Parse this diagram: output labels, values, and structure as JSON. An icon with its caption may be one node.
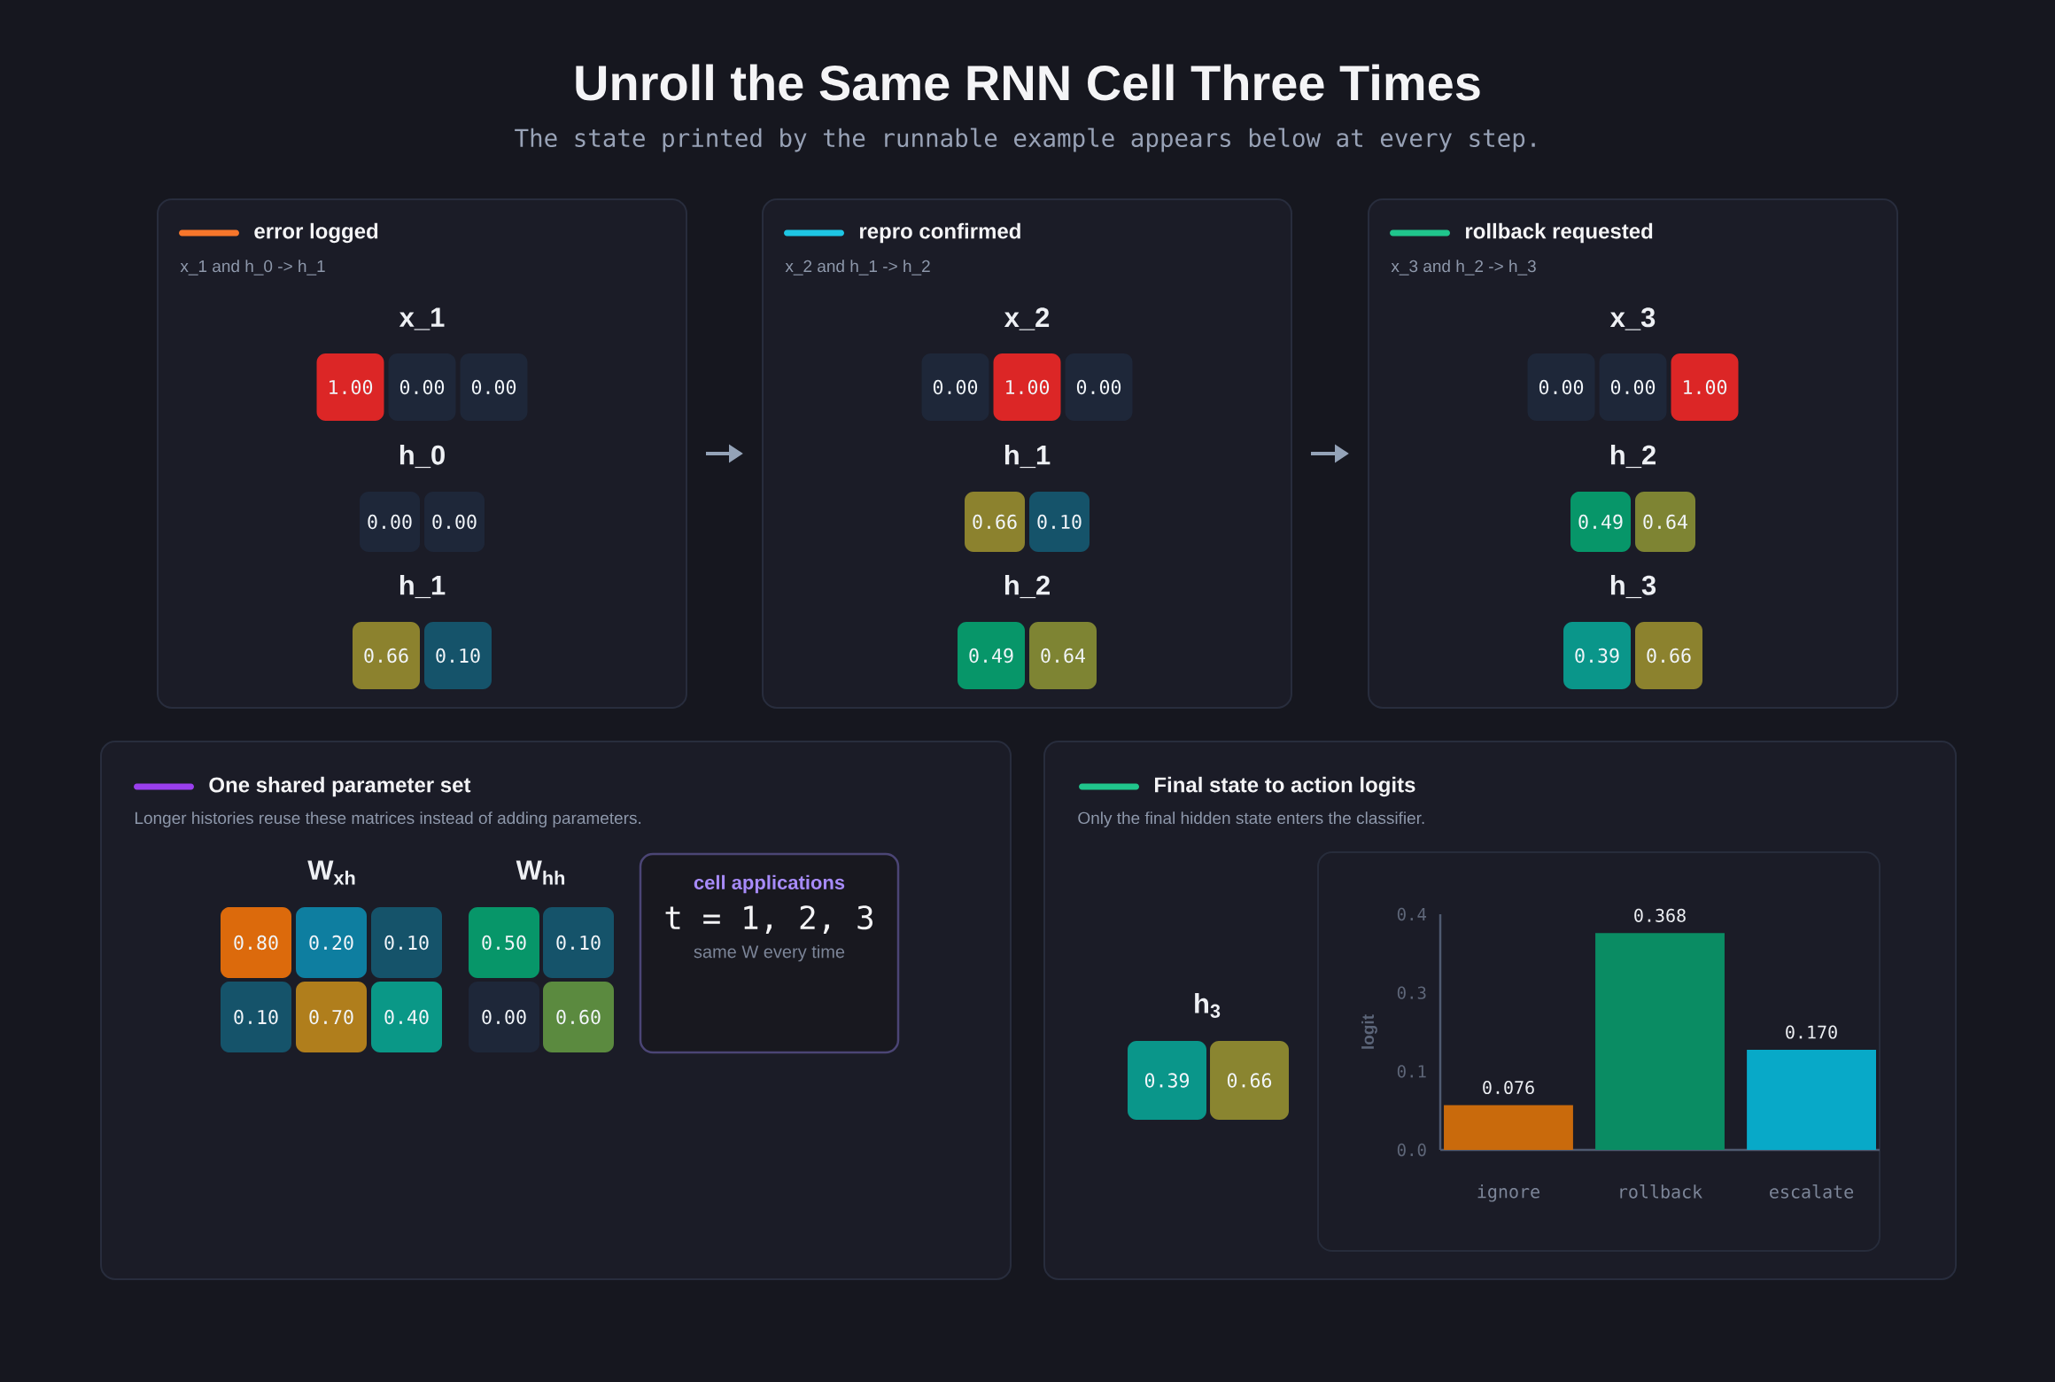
{
  "diagram": {
    "title": "Unroll the Same RNN Cell Three Times",
    "nodes": [
      {
        "text": [
          "error logged",
          "x_1 and h_0 -> h_1",
          "x_1",
          "h_0",
          "h_1"
        ]
      },
      {
        "text": [
          "1.00"
        ],
        "in": 0
      },
      {
        "text": [
          "0.00"
        ],
        "in": 0
      },
      {
        "text": [
          "0.00"
        ],
        "in": 0
      },
      {
        "text": [
          "0.00"
        ],
        "in": 0
      },
      {
        "text": [
          "0.00"
        ],
        "in": 0
      },
      {
        "text": [
          "0.66"
        ],
        "in": 0
      },
      {
        "text": [
          "0.10"
        ],
        "in": 0
      },
      {
        "text": [
          "repro confirmed",
          "x_2 and h_1 -> h_2",
          "x_2",
          "h_1",
          "h_2"
        ]
      },
      {
        "text": [
          "0.00"
        ],
        "in": 8
      },
      {
        "text": [
          "1.00"
        ],
        "in": 8
      },
      {
        "text": [
          "0.00"
        ],
        "in": 8
      },
      {
        "text": [
          "0.66"
        ],
        "in": 8
      },
      {
        "text": [
          "0.10"
        ],
        "in": 8
      },
      {
        "text": [
          "0.49"
        ],
        "in": 8
      },
      {
        "text": [
          "0.64"
        ],
        "in": 8
      },
      {
        "text": [
          "rollback requested",
          "x_3 and h_2 -> h_3",
          "x_3",
          "h_2",
          "h_3"
        ]
      },
      {
        "text": [
          "0.00"
        ],
        "in": 16
      },
      {
        "text": [
          "0.00"
        ],
        "in": 16
      },
      {
        "text": [
          "1.00"
        ],
        "in": 16
      },
      {
        "text": [
          "0.49"
        ],
        "in": 16
      },
      {
        "text": [
          "0.64"
        ],
        "in": 16
      },
      {
        "text": [
          "0.39"
        ],
        "in": 16
      },
      {
        "text": [
          "0.66"
        ],
        "in": 16
      },
      {
        "text": [
          "One shared parameter set",
          "Longer histories reuse these matrices instead of adding parameters.",
          "W$_{xh}$",
          "W$_{hh}$"
        ]
      },
      {
        "text": [
          "0.80"
        ],
        "in": 24
      },
      {
        "text": [
          "0.20"
        ],
        "in": 24
      },
      {
        "text": [
          "0.10"
        ],
        "in": 24
      },
      {
        "text": [
          "0.10"
        ],
        "in": 24
      },
      {
        "text": [
          "0.70"
        ],
        "in": 24
      },
      {
        "text": [
          "0.40"
        ],
        "in": 24
      },
      {
        "text": [
          "0.50"
        ],
        "in": 24
      },
      {
        "text": [
          "0.10"
        ],
        "in": 24
      },
      {
        "text": [
          "0.00"
        ],
        "in": 24
      },
      {
        "text": [
          "0.60"
        ],
        "in": 24
      },
      {
        "text": [
          "cell applications",
          "t = 1, 2, 3",
          "same W every time"
        ],
        "in": 24
      },
      {
        "text": [
          "Final state to action logits",
          "Only the final hidden state enters the classifier.",
          "h$_{3}$"
        ]
      },
      {
        "text": [
          "0.39"
        ],
        "in": 36
      },
      {
        "text": [
          "0.66"
        ],
        "in": 36
      }
    ],
    "edges": [
      {
        "from": 0,
        "to": 8,
        "arrow": "to"
      },
      {
        "from": 8,
        "to": 16,
        "arrow": "to"
      }
    ],
    "labels": [
      "The state printed by the runnable example appears below at every step."
    ],
    "chart_data": {
      "type": "bar",
      "ylabel": "logit",
      "categories": [
        "ignore",
        "rollback",
        "escalate"
      ],
      "series": [
        {
          "values": [
            0.076,
            0.368,
            0.17
          ]
        }
      ],
      "ylim": [
        0,
        0.4
      ],
      "yticks": [
        {
          "value": 0,
          "label": "0.0"
        },
        {
          "value": 0.1333,
          "label": "0.1"
        },
        {
          "value": 0.2667,
          "label": "0.3"
        },
        {
          "value": 0.4,
          "label": "0.4"
        }
      ],
      "value_labels": [
        "0.076",
        "0.368",
        "0.170"
      ]
    }
  }
}
